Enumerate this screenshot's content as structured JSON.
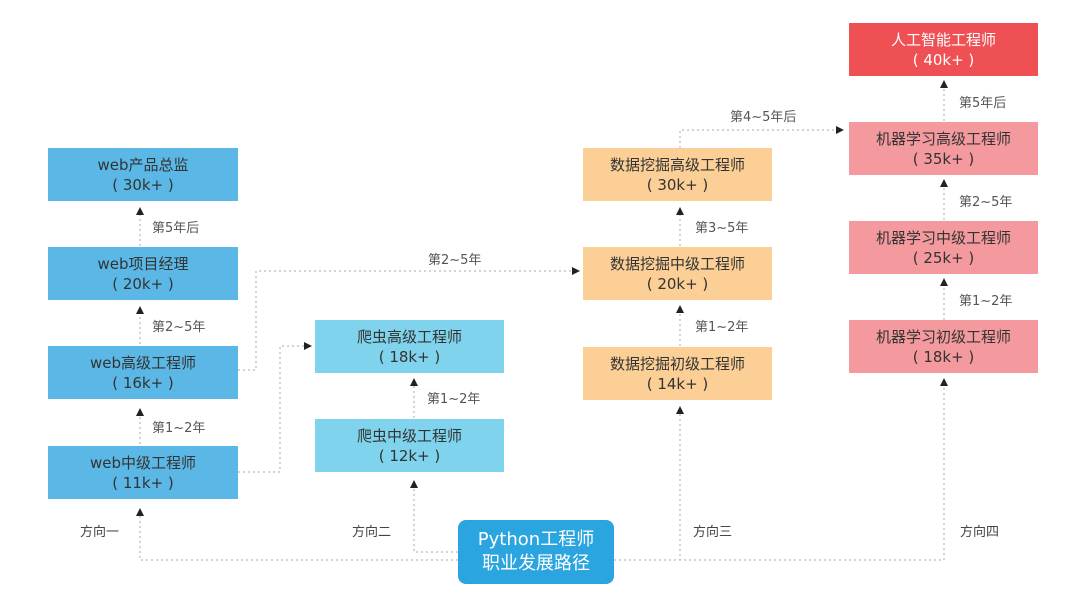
{
  "center": {
    "line1": "Python工程师",
    "line2": "职业发展路径"
  },
  "directions": {
    "d1": "方向一",
    "d2": "方向二",
    "d3": "方向三",
    "d4": "方向四"
  },
  "web": {
    "mid": {
      "title": "web中级工程师",
      "salary": "( 11k+ )"
    },
    "senior": {
      "title": "web高级工程师",
      "salary": "( 16k+ )"
    },
    "pm": {
      "title": "web项目经理",
      "salary": "( 20k+ )"
    },
    "director": {
      "title": "web产品总监",
      "salary": "( 30k+ )"
    },
    "l1": "第1~2年",
    "l2": "第2~5年",
    "l3": "第5年后"
  },
  "crawler": {
    "mid": {
      "title": "爬虫中级工程师",
      "salary": "( 12k+ )"
    },
    "senior": {
      "title": "爬虫高级工程师",
      "salary": "( 18k+ )"
    },
    "l1": "第1~2年",
    "cross": "第2~5年"
  },
  "mining": {
    "junior": {
      "title": "数据挖掘初级工程师",
      "salary": "( 14k+ )"
    },
    "mid": {
      "title": "数据挖掘中级工程师",
      "salary": "( 20k+ )"
    },
    "senior": {
      "title": "数据挖掘高级工程师",
      "salary": "( 30k+ )"
    },
    "l1": "第1~2年",
    "l2": "第3~5年",
    "cross": "第4~5年后"
  },
  "ml": {
    "junior": {
      "title": "机器学习初级工程师",
      "salary": "( 18k+ )"
    },
    "mid": {
      "title": "机器学习中级工程师",
      "salary": "( 25k+ )"
    },
    "senior": {
      "title": "机器学习高级工程师",
      "salary": "( 35k+ )"
    },
    "ai": {
      "title": "人工智能工程师",
      "salary": "( 40k+ )"
    },
    "l1": "第1~2年",
    "l2": "第2~5年",
    "l3": "第5年后"
  },
  "colors": {
    "web": "#5bb8e6",
    "crawler": "#7fd3ec",
    "mining": "#fbcf96",
    "ml": "#f49a9e",
    "ai": "#ef5054",
    "center": "#2aa5e0",
    "line": "#999999"
  }
}
